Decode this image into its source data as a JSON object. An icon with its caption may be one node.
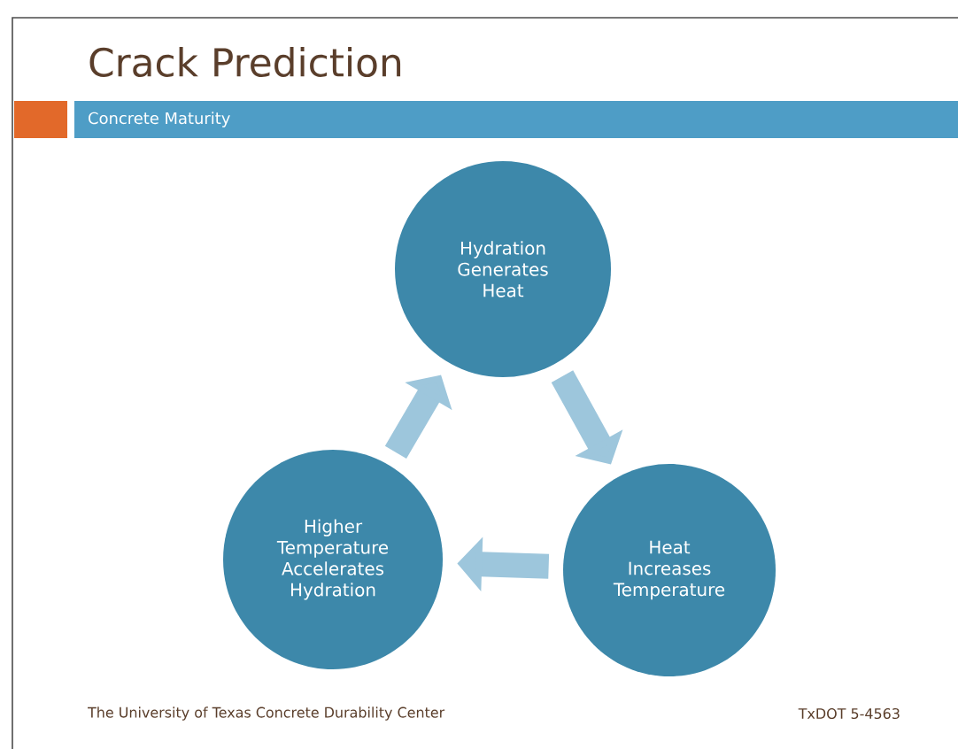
{
  "diagram": {
    "title": "Crack Prediction",
    "nodes": [
      {
        "text": [
          "Hydration Generates Heat"
        ]
      },
      {
        "text": [
          "Heat Increases Temperature"
        ]
      },
      {
        "text": [
          "Higher Temperature Accelerates Hydration"
        ]
      }
    ],
    "edges": [
      {
        "from": 0,
        "to": 1,
        "arrow": "to"
      },
      {
        "from": 1,
        "to": 2,
        "arrow": "to"
      },
      {
        "from": 2,
        "to": 0,
        "arrow": "to"
      }
    ],
    "labels": [
      "Concrete Maturity",
      "The University of Texas Concrete Durability Center",
      "TxDOT 5-4563"
    ]
  }
}
